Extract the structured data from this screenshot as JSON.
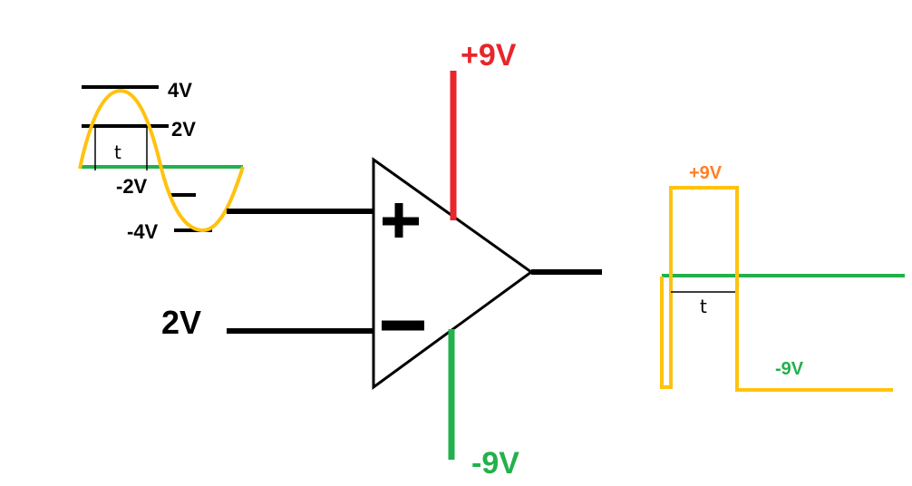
{
  "colors": {
    "ink": "#000000",
    "positive_rail": "#e8262c",
    "negative_rail": "#22b14c",
    "signal": "#ffc20e",
    "output_plus_label": "#ff7f27"
  },
  "input_signal": {
    "level_4v": "4V",
    "level_2v": "2V",
    "level_neg2v": "-2V",
    "level_neg4v": "-4V",
    "period_mark": "t"
  },
  "reference_input": {
    "label": "2V"
  },
  "op_amp": {
    "plus_sign": "+",
    "minus_sign": "−",
    "supply_positive": "+9V",
    "supply_negative": "-9V"
  },
  "output_signal": {
    "high_label": "+9V",
    "low_label": "-9V",
    "period_mark": "t"
  }
}
